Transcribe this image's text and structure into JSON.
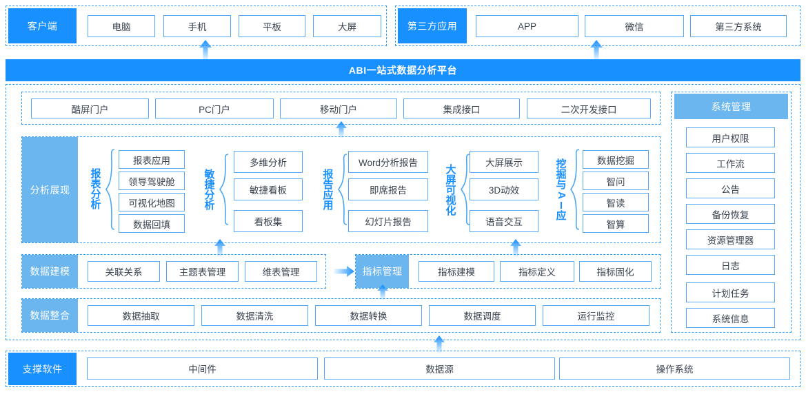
{
  "colors": {
    "primary": "#1890ff",
    "light_blue": "#6cb6f0",
    "border": "#55a8f2",
    "text": "#3a4350"
  },
  "client_row": {
    "label": "客户端",
    "items": [
      "电脑",
      "手机",
      "平板",
      "大屏"
    ]
  },
  "third_party_row": {
    "label": "第三方应用",
    "items": [
      "APP",
      "微信",
      "第三方系统"
    ]
  },
  "platform": {
    "title": "ABI一站式数据分析平台"
  },
  "portal_row": {
    "items": [
      "酷屏门户",
      "PC门户",
      "移动门户",
      "集成接口",
      "二次开发接口"
    ]
  },
  "analysis": {
    "label": "分析展现",
    "groups": [
      {
        "name": "报表分析",
        "items": [
          "报表应用",
          "领导驾驶舱",
          "可视化地图",
          "数据回填"
        ]
      },
      {
        "name": "敏捷分析",
        "items": [
          "多维分析",
          "敏捷看板",
          "看板集"
        ]
      },
      {
        "name": "报告应用",
        "items": [
          "Word分析报告",
          "即席报告",
          "幻灯片报告"
        ]
      },
      {
        "name": "大屏可视化",
        "items": [
          "大屏展示",
          "3D动效",
          "语音交互"
        ]
      },
      {
        "name": "挖掘与AI应用",
        "items": [
          "数据挖掘",
          "智问",
          "智读",
          "智算"
        ]
      }
    ]
  },
  "modeling": {
    "label": "数据建模",
    "items": [
      "关联关系",
      "主题表管理",
      "维表管理"
    ]
  },
  "indicator": {
    "label": "指标管理",
    "items": [
      "指标建模",
      "指标定义",
      "指标固化"
    ]
  },
  "integration": {
    "label": "数据整合",
    "items": [
      "数据抽取",
      "数据清洗",
      "数据转换",
      "数据调度",
      "运行监控"
    ]
  },
  "system_mgmt": {
    "label": "系统管理",
    "items": [
      "用户权限",
      "工作流",
      "公告",
      "备份恢复",
      "资源管理器",
      "日志",
      "计划任务",
      "系统信息"
    ]
  },
  "support": {
    "label": "支撑软件",
    "items": [
      "中间件",
      "数据源",
      "操作系统"
    ]
  }
}
